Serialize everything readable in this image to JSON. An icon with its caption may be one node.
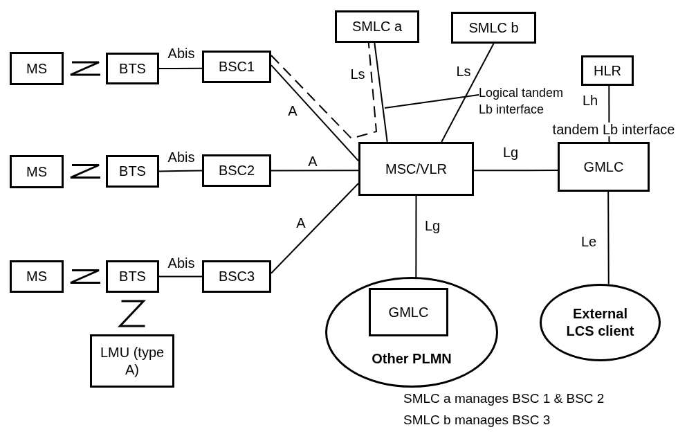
{
  "diagram": {
    "nodes": [
      {
        "text": [
          "MS"
        ]
      },
      {
        "text": [
          "BTS"
        ]
      },
      {
        "text": [
          "BSC1"
        ]
      },
      {
        "text": [
          "SMLC a"
        ]
      },
      {
        "text": [
          "SMLC b"
        ]
      },
      {
        "text": [
          "HLR"
        ]
      },
      {
        "text": [
          "MS"
        ]
      },
      {
        "text": [
          "BTS"
        ]
      },
      {
        "text": [
          "BSC2"
        ]
      },
      {
        "text": [
          "MSC/VLR"
        ]
      },
      {
        "text": [
          "GMLC"
        ]
      },
      {
        "text": [
          "MS"
        ]
      },
      {
        "text": [
          "BTS"
        ]
      },
      {
        "text": [
          "BSC3"
        ]
      },
      {
        "text": [
          "LMU (type A)"
        ]
      },
      {
        "text": [
          "Other PLMN"
        ]
      },
      {
        "text": [
          "GMLC"
        ],
        "in": 15
      },
      {
        "text": [
          "External LCS client"
        ]
      },
      {
        "text": [
          "Logical tandem Lb interface"
        ]
      }
    ],
    "edges": [
      {
        "from": 0,
        "to": 1,
        "arrow": "none"
      },
      {
        "from": 1,
        "to": 2,
        "arrow": "none",
        "label": "Abis"
      },
      {
        "from": 2,
        "to": 9,
        "arrow": "none",
        "label": "A"
      },
      {
        "from": 2,
        "to": 3,
        "arrow": "none",
        "style": "dashed"
      },
      {
        "from": 3,
        "to": 9,
        "arrow": "none",
        "label": "Ls"
      },
      {
        "from": 4,
        "to": 9,
        "arrow": "none",
        "label": "Ls"
      },
      {
        "from": 8,
        "to": 9,
        "arrow": "none",
        "label": "A"
      },
      {
        "from": 13,
        "to": 9,
        "arrow": "none",
        "label": "A"
      },
      {
        "from": 9,
        "to": 10,
        "arrow": "none",
        "label": "Lg"
      },
      {
        "from": 5,
        "to": 10,
        "arrow": "none",
        "label": "Lh"
      },
      {
        "from": 9,
        "to": 16,
        "arrow": "none",
        "label": "Lg"
      },
      {
        "from": 10,
        "to": 17,
        "arrow": "none",
        "label": "Le"
      },
      {
        "from": 6,
        "to": 7,
        "arrow": "none"
      },
      {
        "from": 7,
        "to": 8,
        "arrow": "none",
        "label": "Abis"
      },
      {
        "from": 11,
        "to": 12,
        "arrow": "none"
      },
      {
        "from": 12,
        "to": 13,
        "arrow": "none",
        "label": "Abis"
      },
      {
        "from": 12,
        "to": 14,
        "arrow": "none"
      },
      {
        "from": 18,
        "to": null,
        "arrow": "none"
      }
    ],
    "labels": [
      "tandem Lb interface",
      "SMLC a manages BSC 1 & BSC 2",
      "SMLC b manages BSC 3"
    ]
  }
}
